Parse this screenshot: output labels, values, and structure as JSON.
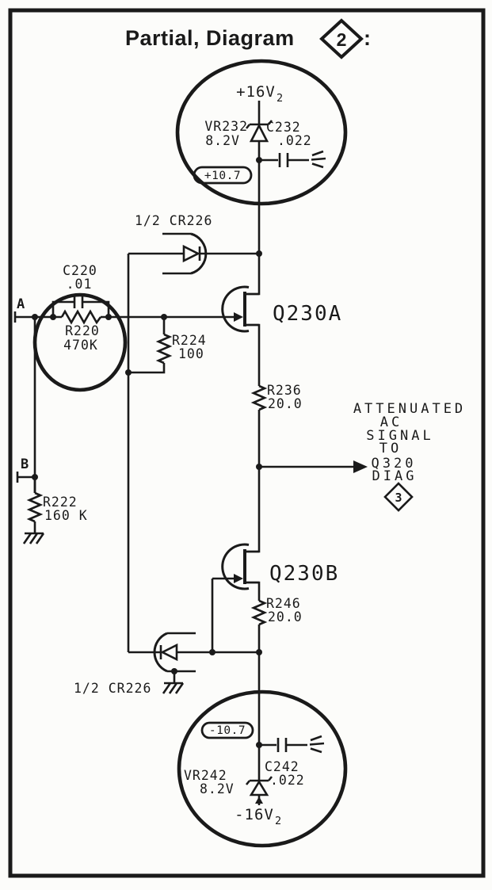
{
  "colors": {
    "ink": "#1a1a1a",
    "paper": "#fcfcfa"
  },
  "title": {
    "text": "Partial, Diagram",
    "badge": "2",
    "colon": ":"
  },
  "terminals": {
    "a": "A",
    "b": "B"
  },
  "top_circle": {
    "supply": "+16V",
    "supply_sub": "2",
    "vr_ref": "VR232",
    "vr_val": "8.2V",
    "cap_ref": "C232",
    "cap_val": ".022",
    "test_voltage": "+10.7"
  },
  "bottom_circle": {
    "supply": "-16V",
    "supply_sub": "2",
    "vr_ref": "VR242",
    "vr_val": "8.2V",
    "cap_ref": "C242",
    "cap_val": ".022",
    "test_voltage": "-10.7"
  },
  "components": {
    "cr226_top": "1/2 CR226",
    "cr226_bottom": "1/2 CR226",
    "c220_ref": "C220",
    "c220_val": ".01",
    "r220_ref": "R220",
    "r220_val": "470K",
    "r222_ref": "R222",
    "r222_val": "160 K",
    "r224_ref": "R224",
    "r224_val": "100",
    "r236_ref": "R236",
    "r236_val": "20.0",
    "r246_ref": "R246",
    "r246_val": "20.0",
    "q230a": "Q230A",
    "q230b": "Q230B"
  },
  "output": {
    "lines": [
      "ATTENUATED",
      "AC",
      "SIGNAL",
      "TO",
      "Q320",
      "DIAG"
    ],
    "badge": "3"
  }
}
